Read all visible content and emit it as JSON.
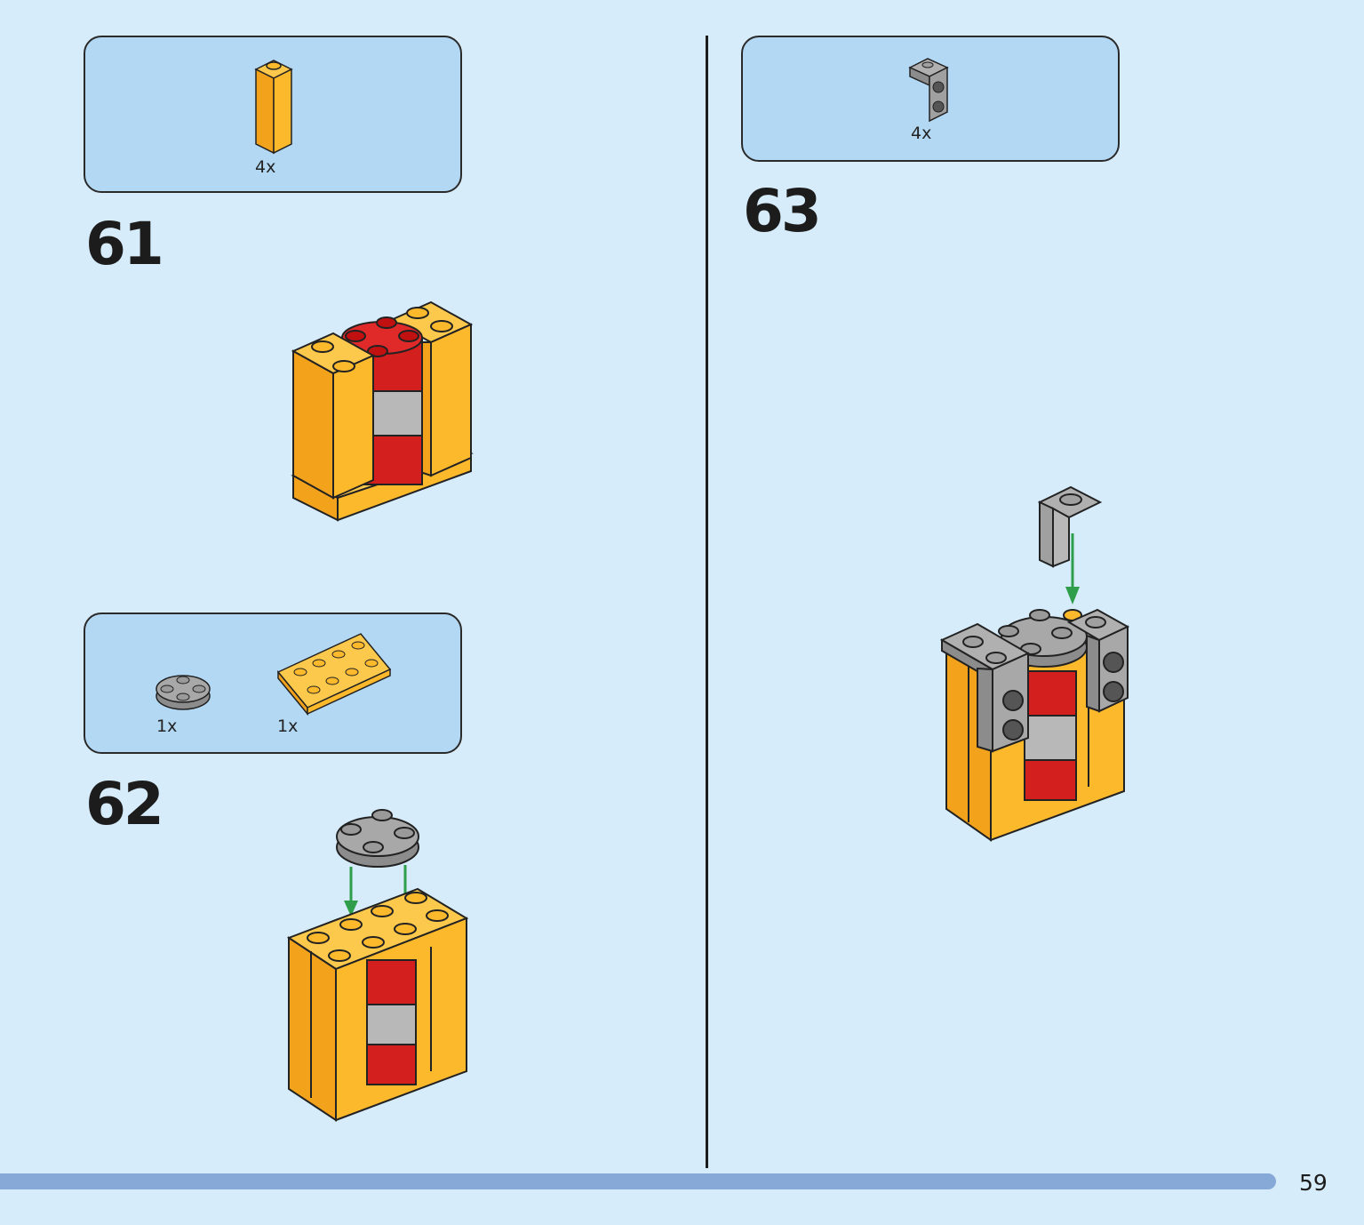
{
  "steps": [
    {
      "number": "61",
      "parts": [
        {
          "qty": "4x",
          "part_icon": "tall-yellow-brick-icon"
        }
      ]
    },
    {
      "number": "62",
      "parts": [
        {
          "qty": "1x",
          "part_icon": "round-gray-plate-icon"
        },
        {
          "qty": "1x",
          "part_icon": "yellow-plate-with-holes-icon"
        }
      ]
    },
    {
      "number": "63",
      "parts": [
        {
          "qty": "4x",
          "part_icon": "gray-bracket-icon"
        }
      ]
    }
  ],
  "page_number": "59",
  "colors": {
    "background": "#d6ecfb",
    "parts_box": "#b3d8f4",
    "brick_yellow": "#fdb92c",
    "brick_red": "#d41f1f",
    "brick_gray": "#a0a0a0",
    "arrow": "#2e9e4a",
    "progress_bar": "#86a9d8"
  }
}
